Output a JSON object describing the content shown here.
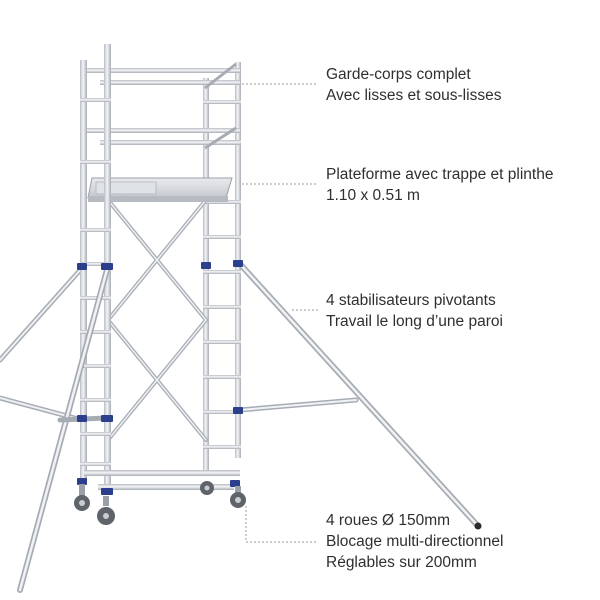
{
  "annotations": [
    {
      "lines": [
        "Garde-corps complet",
        "Avec lisses et sous-lisses"
      ]
    },
    {
      "lines": [
        "Plateforme avec trappe et plinthe",
        "1.10 x 0.51 m"
      ]
    },
    {
      "lines": [
        "4 stabilisateurs pivotants",
        "Travail le long d’une paroi"
      ]
    },
    {
      "lines": [
        "4 roues Ø 150mm",
        "Blocage multi-directionnel",
        "Réglables sur 200mm"
      ]
    }
  ],
  "colors": {
    "tube": "#d9dce1",
    "tube_edge": "#9aa0a8",
    "clamp": "#2b3f8c",
    "wheel": "#5f646b",
    "text": "#2f2f2f",
    "leader": "#999999"
  }
}
